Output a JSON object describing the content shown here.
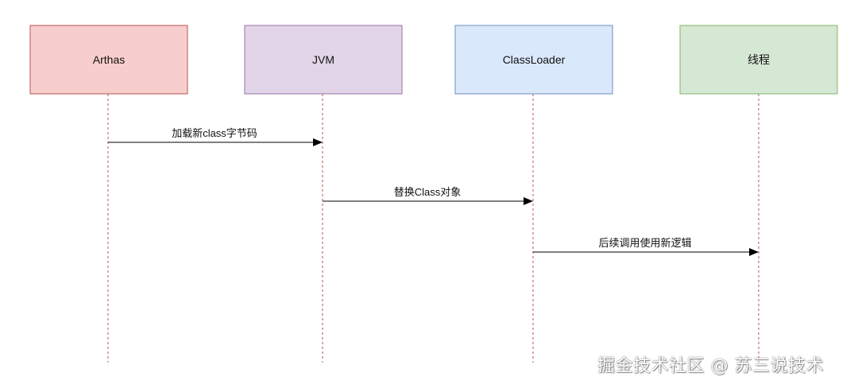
{
  "participants": [
    {
      "id": "arthas",
      "label": "Arthas",
      "fill": "#f8cecc",
      "stroke": "#b85450"
    },
    {
      "id": "jvm",
      "label": "JVM",
      "fill": "#e1d5e7",
      "stroke": "#9673a6"
    },
    {
      "id": "classloader",
      "label": "ClassLoader",
      "fill": "#dae8fc",
      "stroke": "#6c8ebf"
    },
    {
      "id": "thread",
      "label": "线程",
      "fill": "#d5e8d4",
      "stroke": "#82b366"
    }
  ],
  "messages": [
    {
      "from": "arthas",
      "to": "jvm",
      "label": "加载新class字节码"
    },
    {
      "from": "jvm",
      "to": "classloader",
      "label": "替换Class对象"
    },
    {
      "from": "classloader",
      "to": "thread",
      "label": "后续调用使用新逻辑"
    }
  ],
  "watermark": "掘金技术社区 @ 苏三说技术",
  "colors": {
    "lifeline": "#b85450",
    "arrow": "#000000"
  }
}
